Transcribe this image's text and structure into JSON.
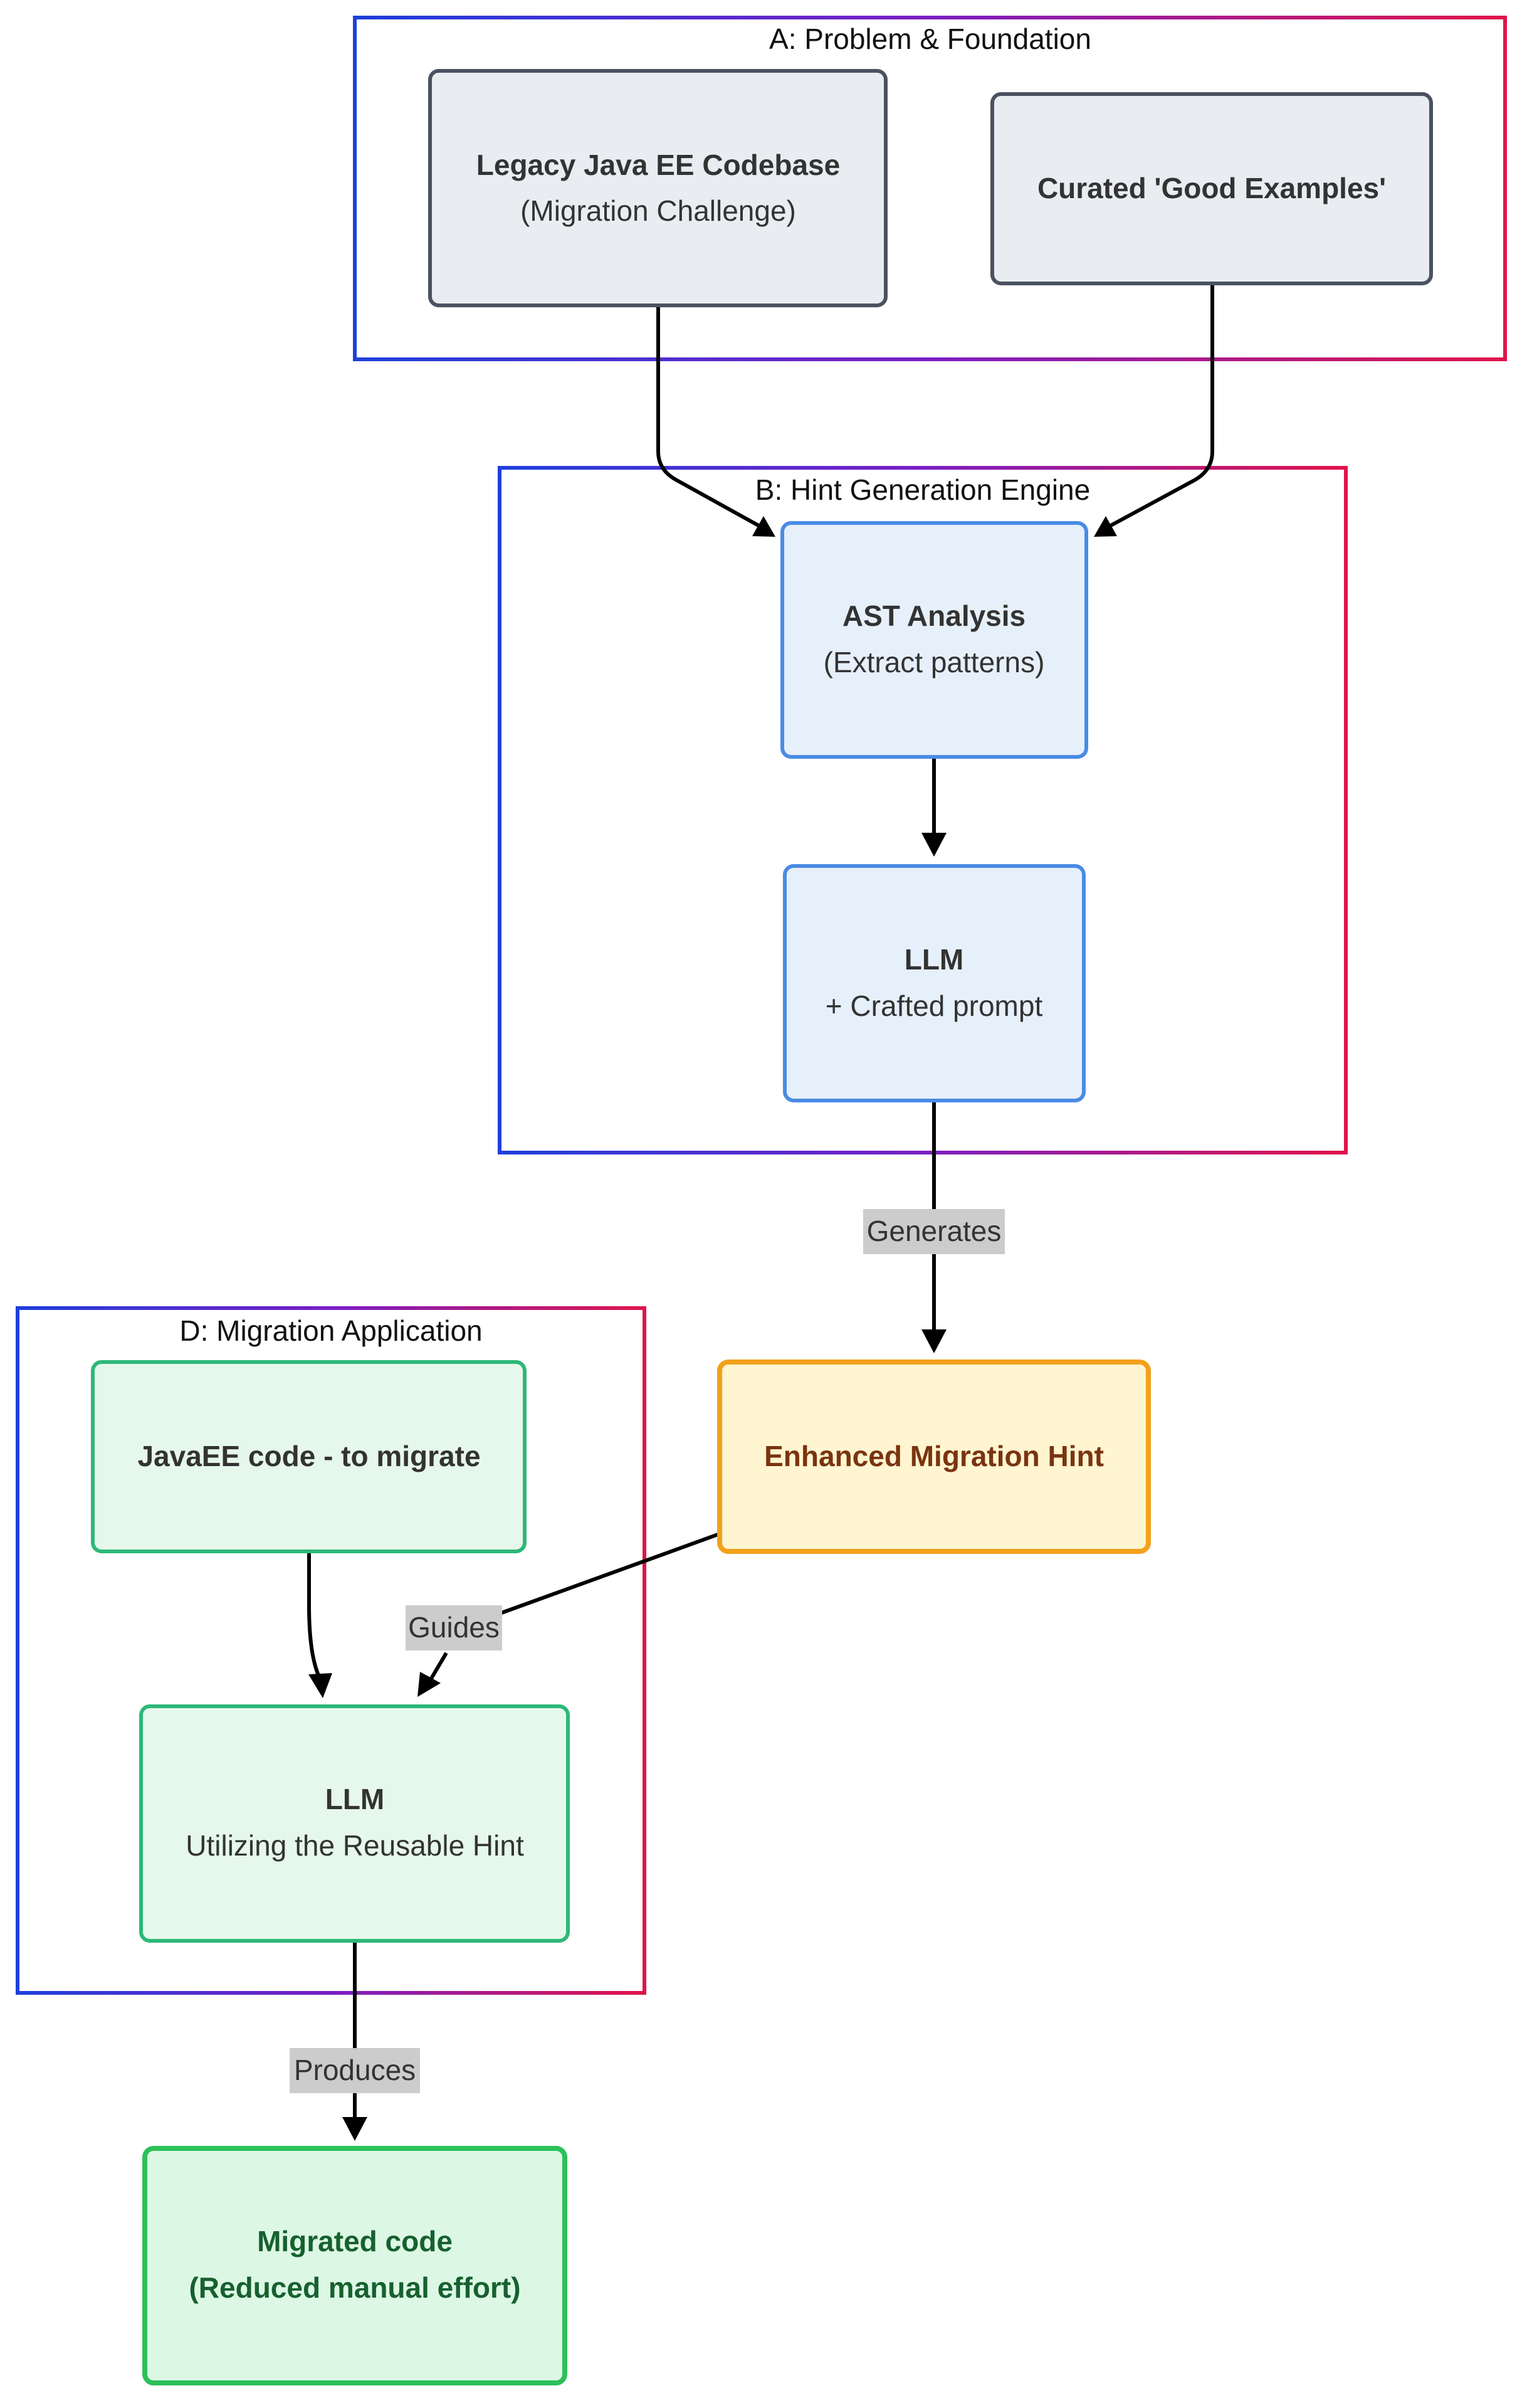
{
  "groups": {
    "a": {
      "title": "A: Problem & Foundation"
    },
    "b": {
      "title": "B: Hint Generation Engine"
    },
    "d": {
      "title": "D: Migration Application"
    }
  },
  "nodes": {
    "legacy": {
      "title": "Legacy Java EE Codebase",
      "subtitle": "(Migration Challenge)"
    },
    "examples": {
      "title": "Curated 'Good Examples'"
    },
    "ast": {
      "title": "AST Analysis",
      "subtitle": "(Extract patterns)"
    },
    "llm_gen": {
      "title": "LLM",
      "subtitle": "+ Crafted prompt"
    },
    "hint": {
      "title": "Enhanced Migration Hint"
    },
    "javaee": {
      "title": "JavaEE code - to migrate"
    },
    "llm_apply": {
      "title": "LLM",
      "subtitle": "Utilizing the Reusable Hint"
    },
    "output": {
      "line1": "Migrated code",
      "line2": "(Reduced manual effort)"
    }
  },
  "edges": {
    "generates": "Generates",
    "guides": "Guides",
    "produces": "Produces"
  },
  "colors": {
    "group_border_start": "#1e3fdc",
    "group_border_end": "#e0144a",
    "gray_fill": "#e9edf1",
    "gray_stroke": "#4a5261",
    "blue_fill": "#e6f0fb",
    "blue_stroke": "#4a8be4",
    "yellow_fill": "#fff5d1",
    "yellow_stroke": "#f2a11b",
    "green_fill": "#e6f8ec",
    "green_stroke": "#2db877",
    "output_fill": "#dcf8e5",
    "output_stroke": "#2cc05a",
    "edge_label_bg": "#cccccc"
  }
}
